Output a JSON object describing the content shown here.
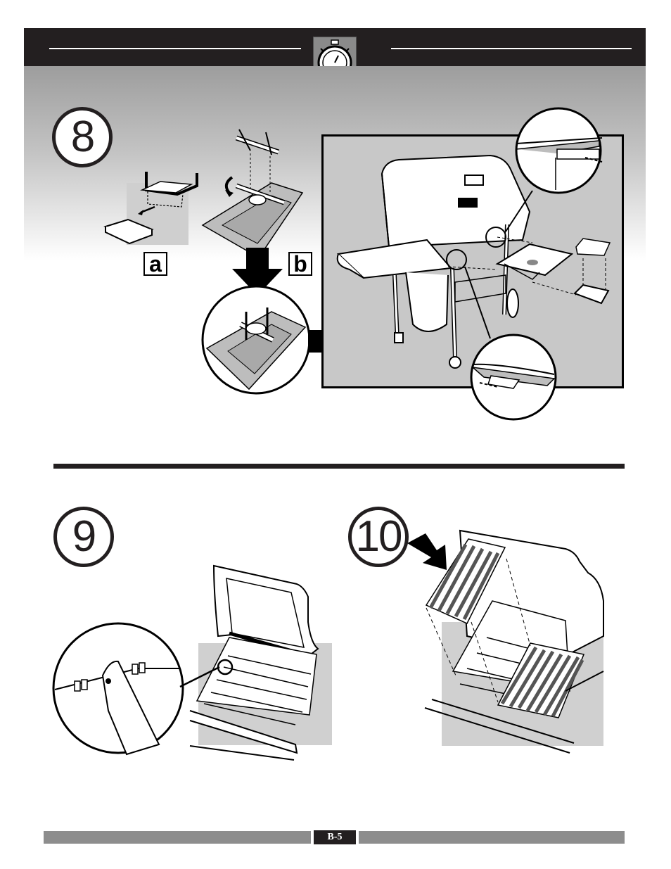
{
  "header": {
    "icon": "stopwatch-icon"
  },
  "steps": {
    "step8": {
      "number": "8",
      "label_a": "a",
      "label_b": "b"
    },
    "step9": {
      "number": "9"
    },
    "step10": {
      "number": "10"
    }
  },
  "footer": {
    "page_number": "B-5"
  },
  "colors": {
    "dark": "#231f20",
    "band_gray": "#9d9d9d",
    "footer_gray": "#8d8d8d",
    "panel_gray": "#c8c8c8",
    "shade_gray": "#d0d0d0"
  }
}
